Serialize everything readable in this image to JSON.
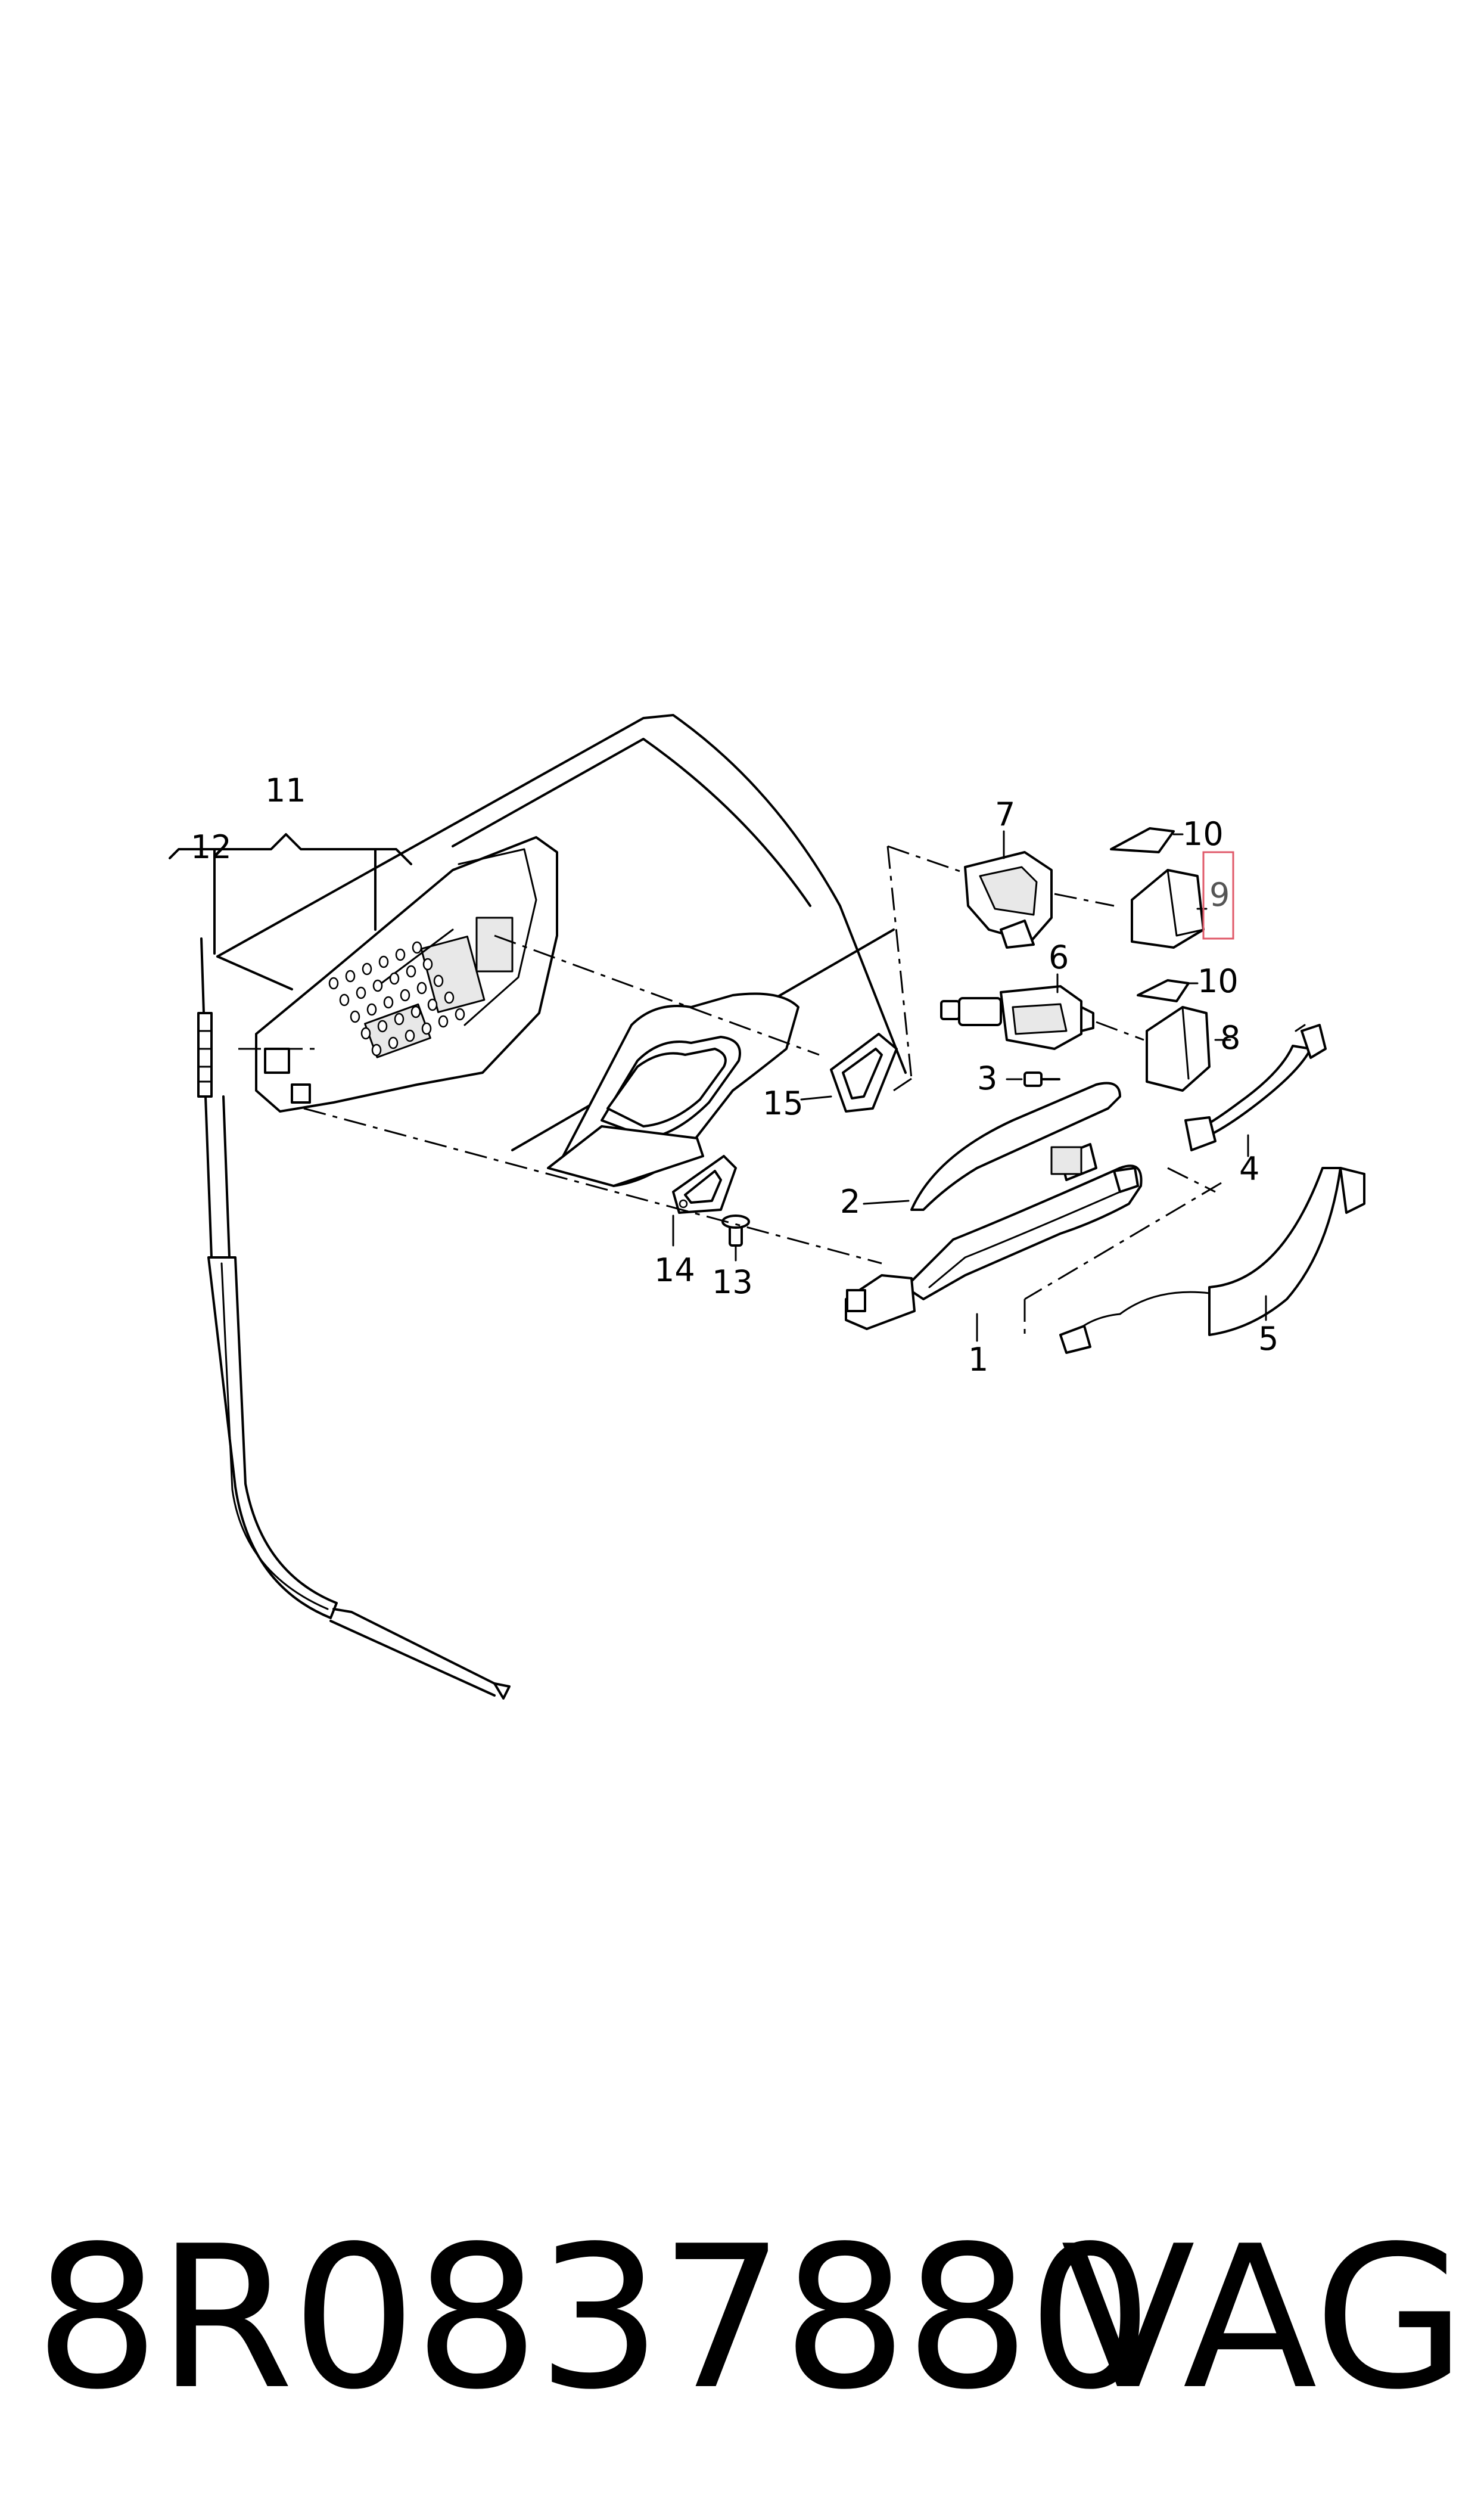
{
  "callouts": {
    "c1": "1",
    "c2": "2",
    "c3": "3",
    "c4": "4",
    "c5": "5",
    "c6": "6",
    "c7": "7",
    "c8": "8",
    "c9": "9",
    "c10a": "10",
    "c10b": "10",
    "c11": "11",
    "c12": "12",
    "c13": "13",
    "c14": "14",
    "c15": "15"
  },
  "highlight": {
    "callout": "9",
    "color": "#e05a6a"
  },
  "footer": {
    "part_number": "8R0837880",
    "brand": "VAG"
  }
}
